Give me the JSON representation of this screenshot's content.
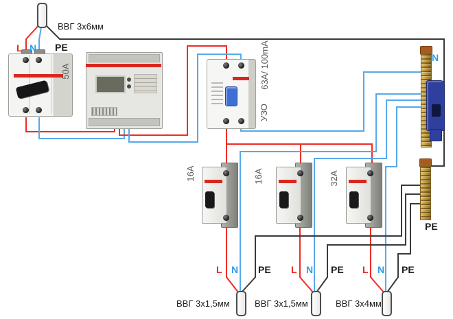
{
  "colors": {
    "wire_l": "#ee2c23",
    "wire_n": "#56a9ea",
    "wire_pe": "#3a3a3a",
    "label_l": "#e42b22",
    "label_n": "#2f9de8",
    "label_dark": "#1c1c1c",
    "label_grey": "#5a5a5a",
    "bus_cap": "#a85a20",
    "holder_blue": "#2e3f9e",
    "device_red": "#d8281e",
    "rcd_toggle": "#3f6fd4"
  },
  "supply": {
    "cable_label": "ВВГ 3х6мм",
    "l_label": "L",
    "n_label": "N",
    "pe_label": "PE"
  },
  "components": {
    "main_breaker": {
      "rating": "50A"
    },
    "rcd": {
      "rating": "63A/ 100mA",
      "name": "УЗО"
    },
    "breaker1": {
      "rating": "16A"
    },
    "breaker2": {
      "rating": "16A"
    },
    "breaker3": {
      "rating": "32A"
    },
    "n_bus": {
      "label": "N"
    },
    "pe_bus": {
      "label": "PE"
    }
  },
  "circuits": [
    {
      "cable_label": "ВВГ 3х1,5мм",
      "l": "L",
      "n": "N",
      "pe": "PE"
    },
    {
      "cable_label": "ВВГ 3х1,5мм",
      "l": "L",
      "n": "N",
      "pe": "PE"
    },
    {
      "cable_label": "ВВГ 3х4мм",
      "l": "L",
      "n": "N",
      "pe": "PE"
    }
  ]
}
